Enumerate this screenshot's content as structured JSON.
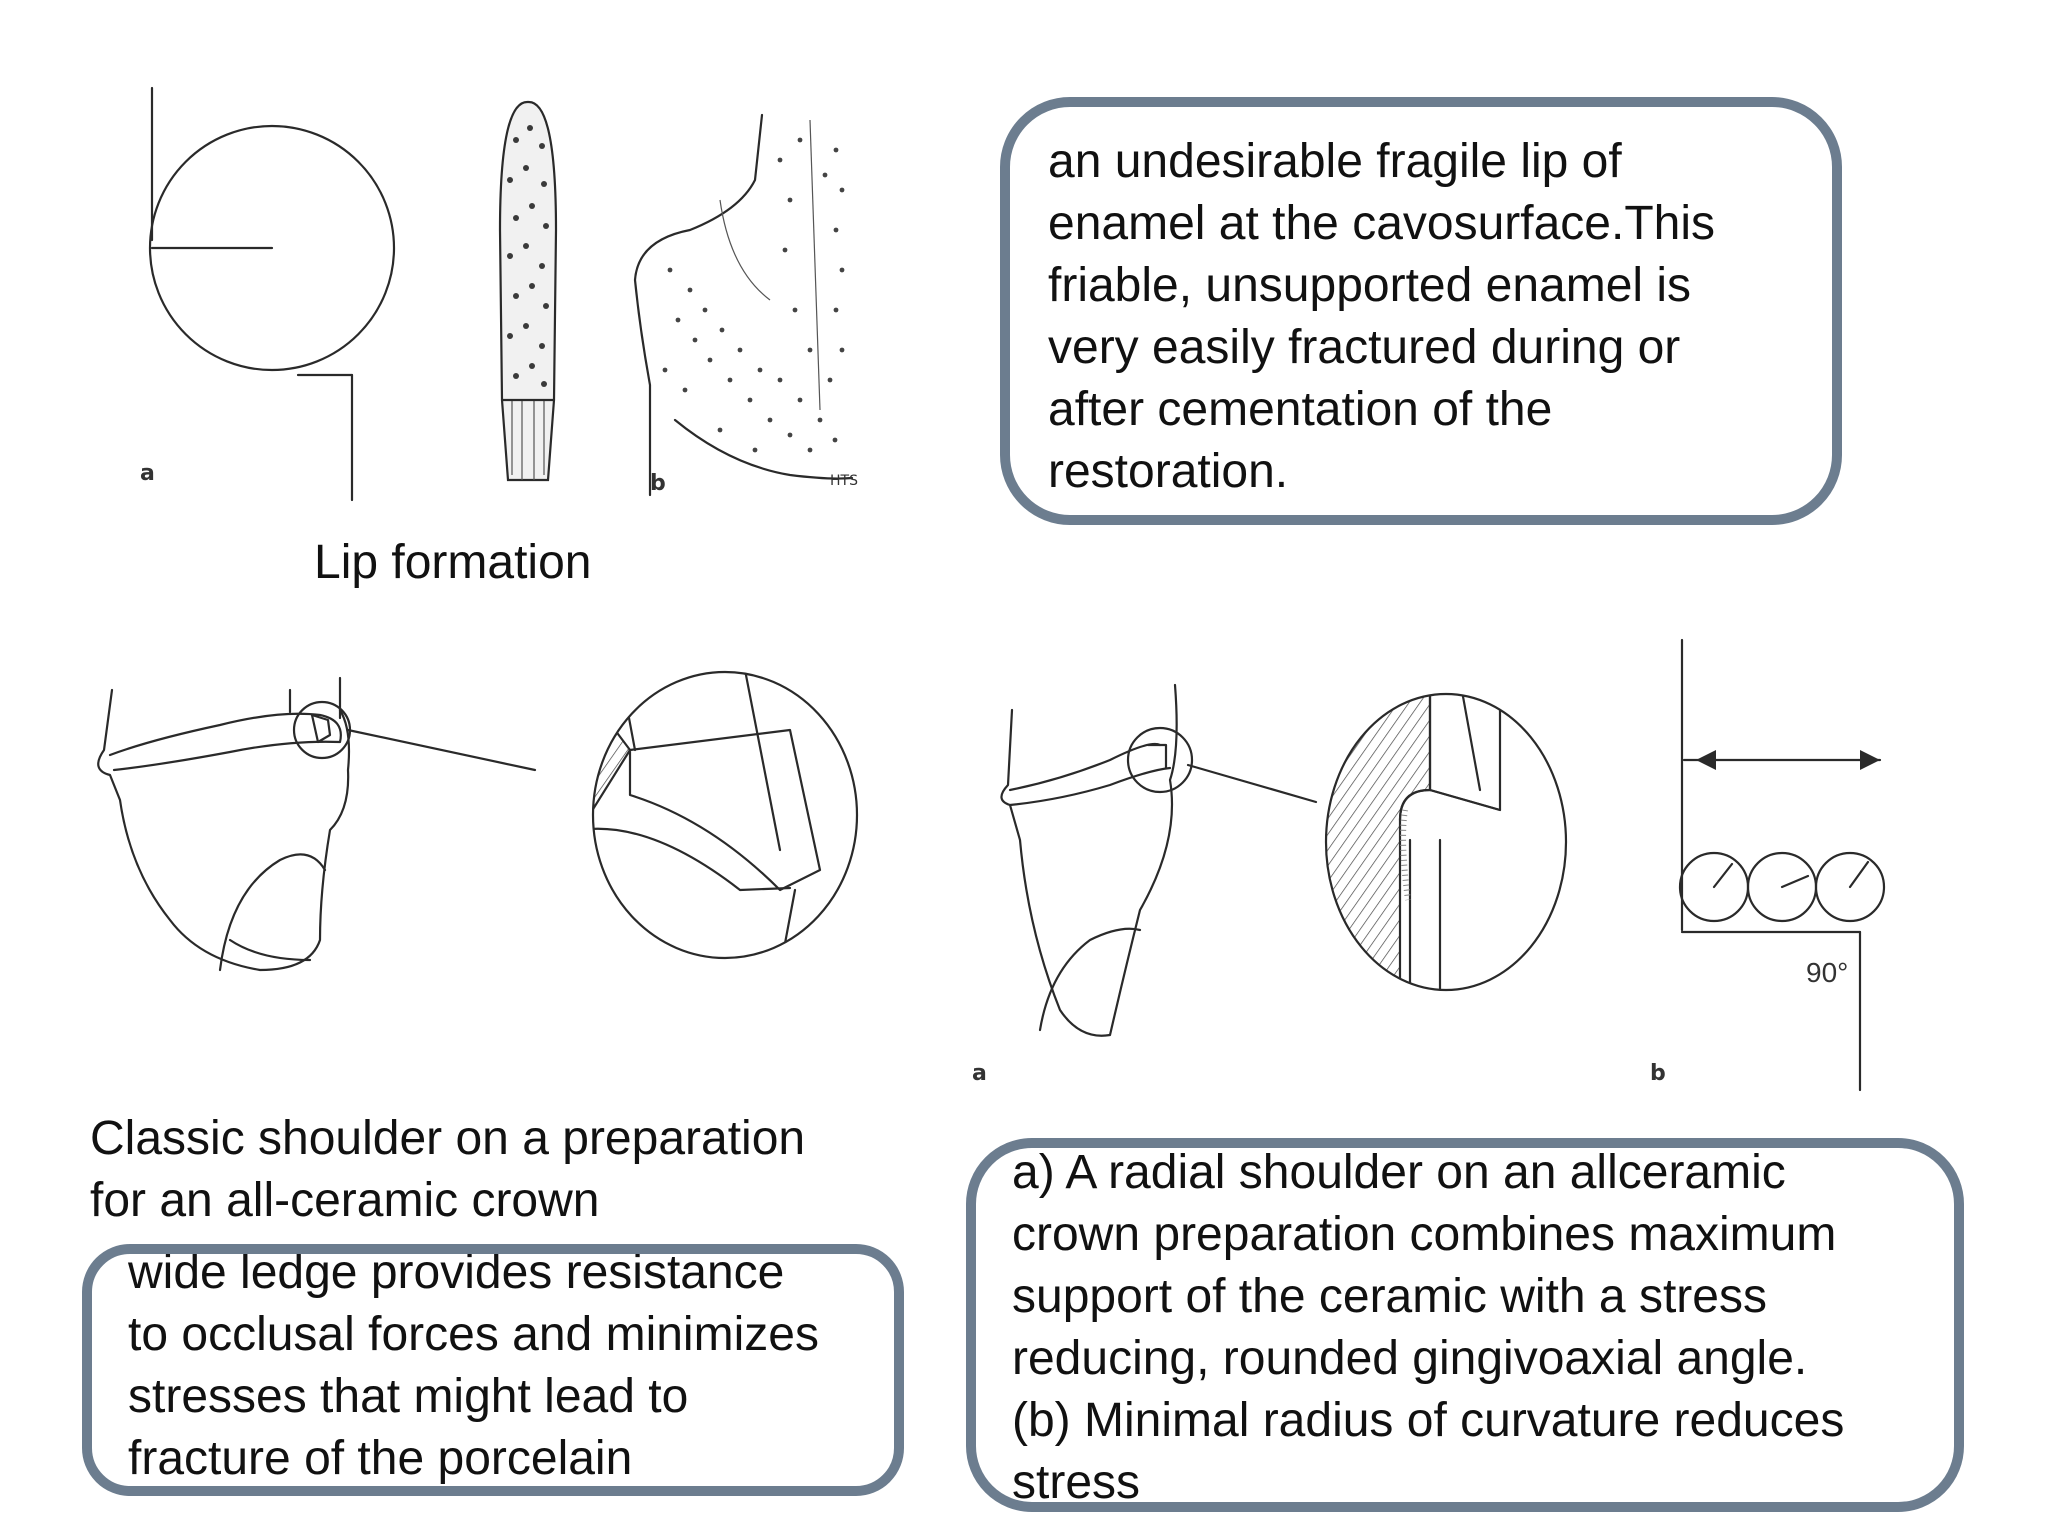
{
  "captions": {
    "lip_formation": "Lip formation",
    "classic_shoulder_line1": "Classic shoulder on a preparation",
    "classic_shoulder_line2": "for an all-ceramic crown"
  },
  "callouts": {
    "lip": [
      "an undesirable fragile lip of",
      "enamel at the cavosurface.This",
      "friable, unsupported enamel is",
      "very easily fractured during or",
      "after cementation of the",
      "restoration."
    ],
    "wide_ledge": [
      "wide ledge provides resistance",
      "to occlusal forces and minimizes",
      "stresses that might lead to",
      "fracture of the porcelain"
    ],
    "radial_shoulder": [
      "a) A radial shoulder on an allceramic",
      "crown preparation combines maximum",
      "support of the ceramic with a stress",
      "reducing, rounded gingivoaxial angle.",
      "(b) Minimal radius of curvature reduces",
      "stress"
    ]
  },
  "figure_labels": {
    "lip_a": "a",
    "lip_b": "b",
    "lip_initials": "HTS",
    "radial_a": "a",
    "radial_b": "b",
    "angle": "90°"
  },
  "colors": {
    "callout_border": "#6c7d8f",
    "line": "#2a2a2a"
  }
}
